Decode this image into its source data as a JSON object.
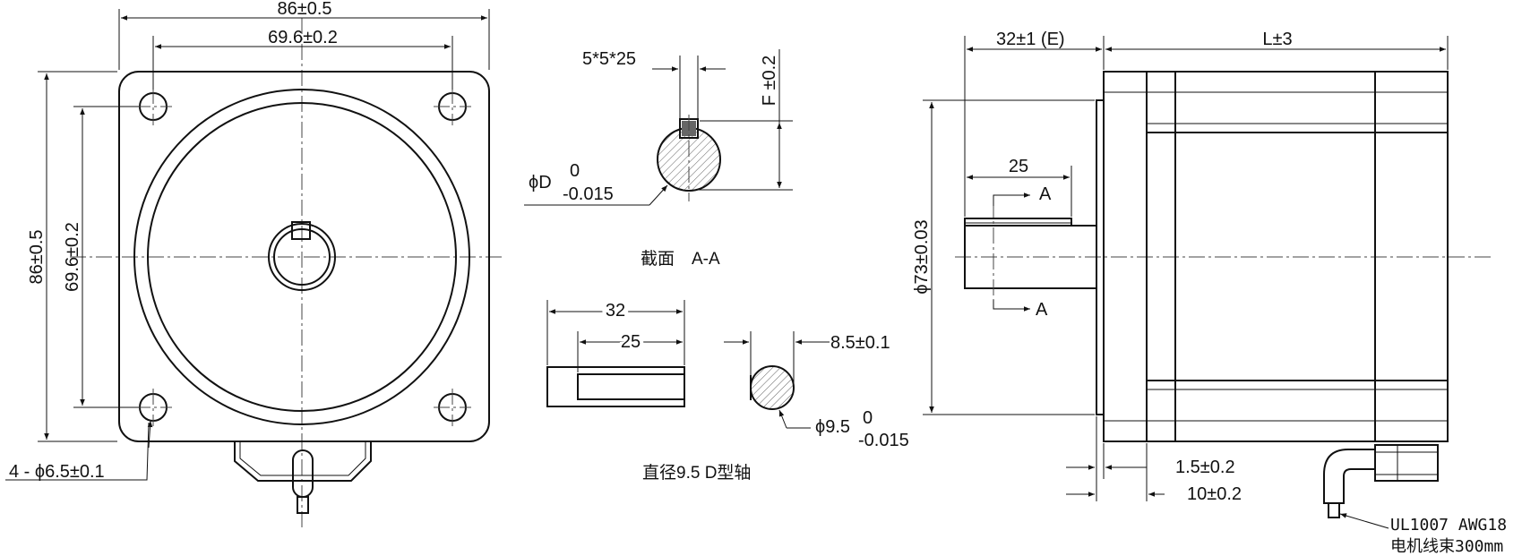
{
  "front_view": {
    "width_overall": "86±0.5",
    "width_holes": "69.6±0.2",
    "height_overall": "86±0.5",
    "height_holes": "69.6±0.2",
    "holes": "4 - ϕ6.5±0.1"
  },
  "section": {
    "key": "5*5*25",
    "f_tol": "F ±0.2",
    "phi_d": "ϕD",
    "tol_upper": "0",
    "tol_lower": "-0.015",
    "title": "截面　A-A"
  },
  "key_detail": {
    "len_total": "32",
    "len_key": "25"
  },
  "d_shaft": {
    "flat": "8.5±0.1",
    "diameter": "ϕ9.5",
    "tol_upper": "0",
    "tol_lower": "-0.015",
    "caption": "直径9.5 D型轴"
  },
  "side_view": {
    "shaft_len": "32±1 (E)",
    "body_len": "L±3",
    "key_len": "25",
    "pilot_dia": "ϕ73±0.03",
    "section_mark": "A",
    "step1": "1.5±0.2",
    "step2": "10±0.2",
    "wire_line1": "UL1007 AWG18",
    "wire_line2": "电机线束300mm"
  }
}
